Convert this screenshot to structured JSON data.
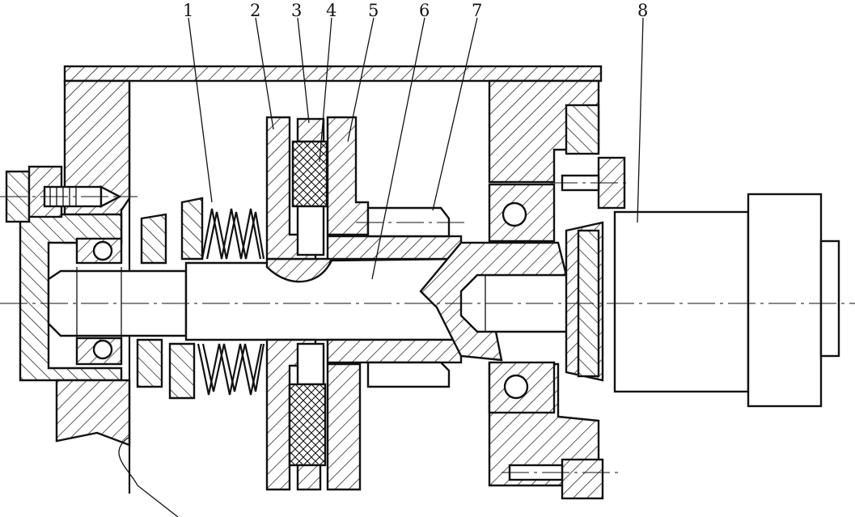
{
  "figure": {
    "part_labels": [
      {
        "id": "1",
        "text": "1"
      },
      {
        "id": "2",
        "text": "2"
      },
      {
        "id": "3",
        "text": "3"
      },
      {
        "id": "4",
        "text": "4"
      },
      {
        "id": "5",
        "text": "5"
      },
      {
        "id": "6",
        "text": "6"
      },
      {
        "id": "7",
        "text": "7"
      },
      {
        "id": "8",
        "text": "8"
      }
    ]
  }
}
